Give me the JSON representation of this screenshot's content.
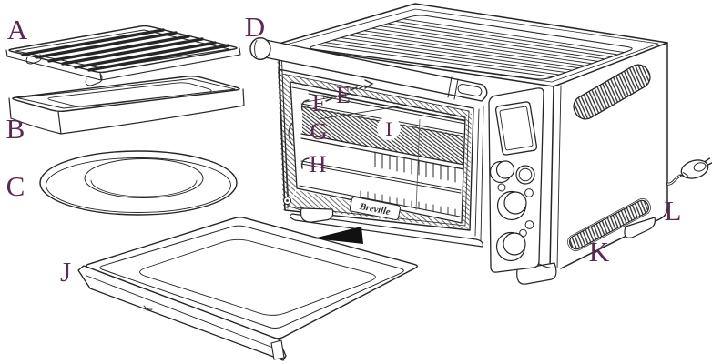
{
  "diagram": {
    "brand_logo": "Breville",
    "part_labels": {
      "A": "A",
      "B": "B",
      "C": "C",
      "D": "D",
      "E": "E",
      "F": "F",
      "G": "G",
      "H": "H",
      "I": "I",
      "J": "J",
      "K": "K",
      "L": "L"
    },
    "colors": {
      "label": "#5A2A52",
      "line": "#262626",
      "background": "#FFFFFF",
      "arrow": "#111111"
    }
  }
}
